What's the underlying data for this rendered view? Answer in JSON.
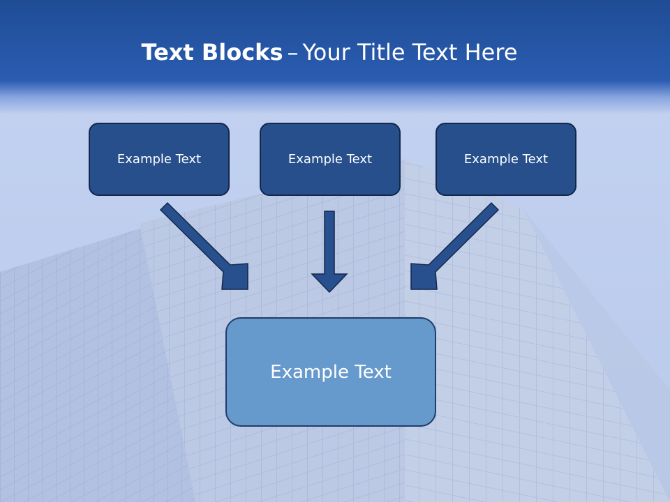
{
  "title": {
    "bold": "Text Blocks",
    "separator": "–",
    "rest": "Your Title Text Here"
  },
  "boxes": {
    "left": "Example Text",
    "middle": "Example Text",
    "right": "Example Text",
    "target": "Example Text"
  },
  "colors": {
    "header_band": "#2855a6",
    "sky": "#c4d2f0",
    "top_box_fill": "#264f8c",
    "target_box_fill": "#6699cc",
    "arrow_fill": "#284f8e"
  }
}
